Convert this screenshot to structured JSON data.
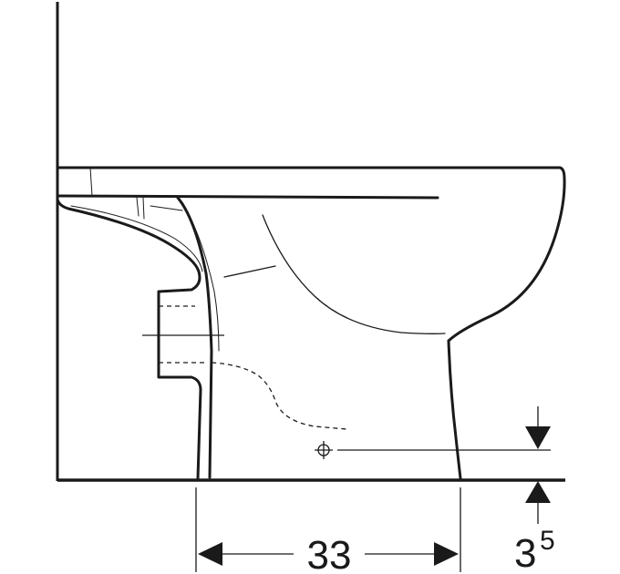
{
  "drawing": {
    "dimensions": {
      "width": {
        "value": "33"
      },
      "height": {
        "base": "3",
        "superscript": "5"
      }
    }
  }
}
